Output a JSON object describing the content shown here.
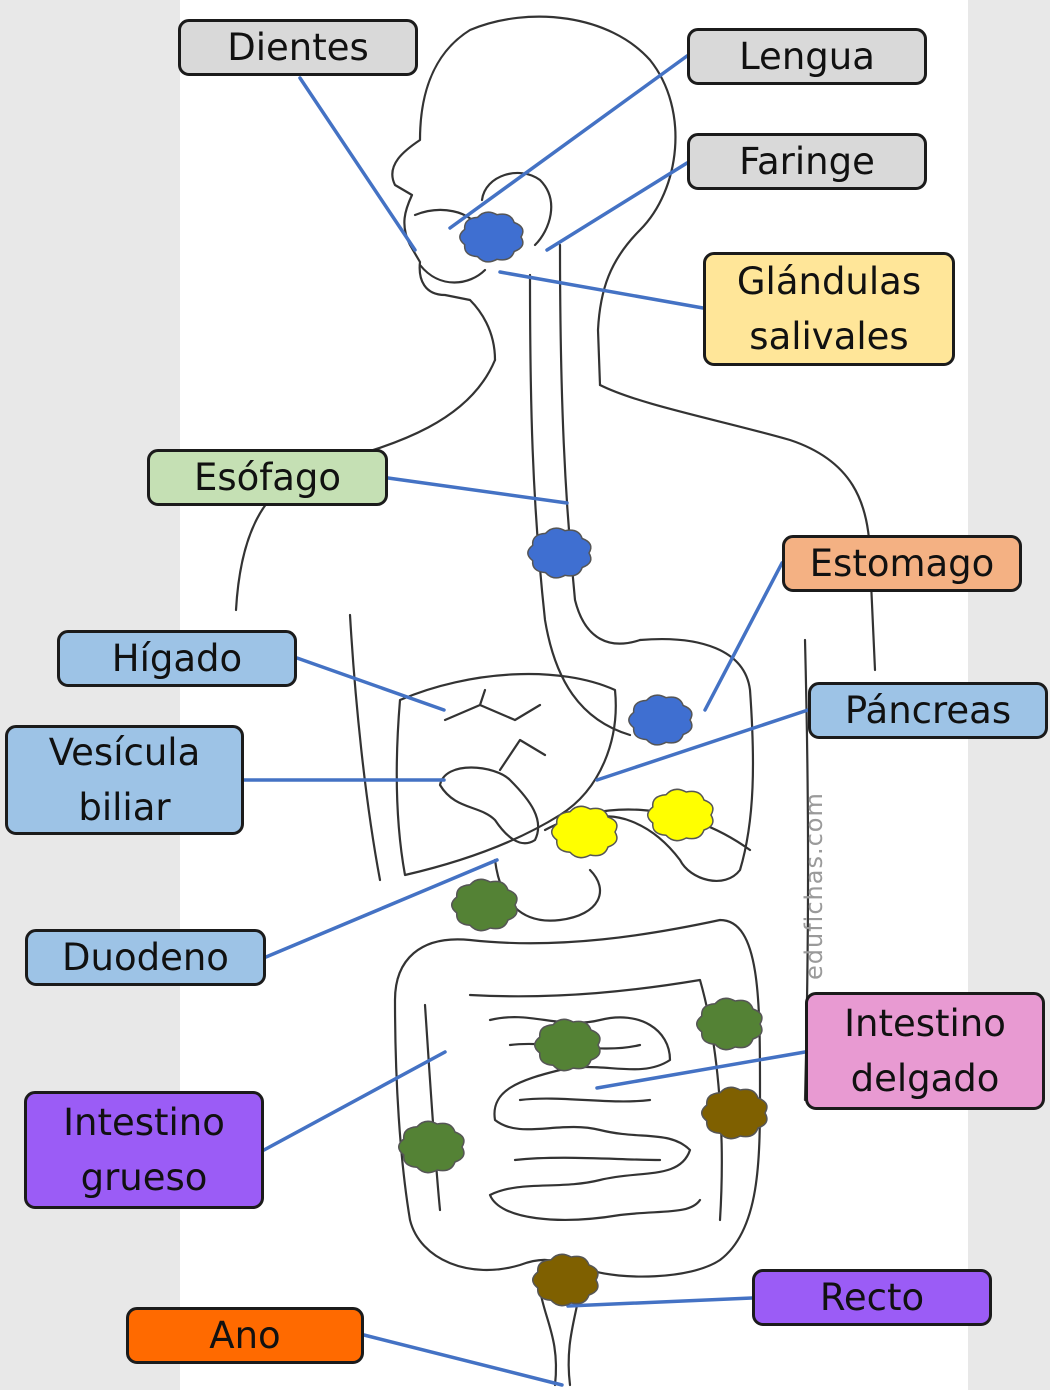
{
  "labels": {
    "dientes": "Dientes",
    "lengua": "Lengua",
    "faringe": "Faringe",
    "glandulas": "Glándulas\nsalivales",
    "esofago": "Esófago",
    "estomago": "Estomago",
    "higado": "Hígado",
    "pancreas": "Páncreas",
    "vesicula": "Vesícula\nbiliar",
    "duodeno": "Duodeno",
    "intestino_delgado": "Intestino\ndelgado",
    "intestino_grueso": "Intestino\ngrueso",
    "recto": "Recto",
    "ano": "Ano"
  },
  "label_colors": {
    "gray": "#d9d9d9",
    "yellow": "#ffe699",
    "green": "#c5e0b4",
    "salmon": "#f4b183",
    "blue": "#9dc3e6",
    "pink": "#e89ad2",
    "purple": "#9b5cf6",
    "orange": "#ff6a00"
  },
  "marker_colors": {
    "blue": "#3f6fd1",
    "yellow": "#ffff00",
    "green": "#548235",
    "brown": "#7f6000"
  },
  "watermark": "edufichas.com"
}
